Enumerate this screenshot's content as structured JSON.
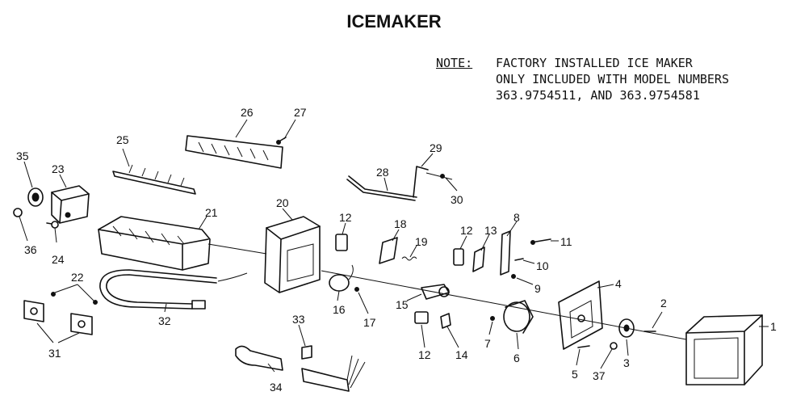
{
  "title": "ICEMAKER",
  "note": {
    "label": "NOTE:",
    "lines": [
      "FACTORY INSTALLED ICE MAKER",
      "ONLY INCLUDED WITH MODEL NUMBERS",
      "363.9754511, AND 363.9754581"
    ]
  },
  "callouts": [
    "1",
    "2",
    "3",
    "4",
    "5",
    "6",
    "7",
    "8",
    "9",
    "10",
    "11",
    "12",
    "12",
    "12",
    "13",
    "14",
    "15",
    "16",
    "17",
    "18",
    "19",
    "20",
    "21",
    "22",
    "23",
    "24",
    "25",
    "26",
    "27",
    "28",
    "29",
    "30",
    "31",
    "32",
    "33",
    "34",
    "35",
    "36",
    "37"
  ]
}
